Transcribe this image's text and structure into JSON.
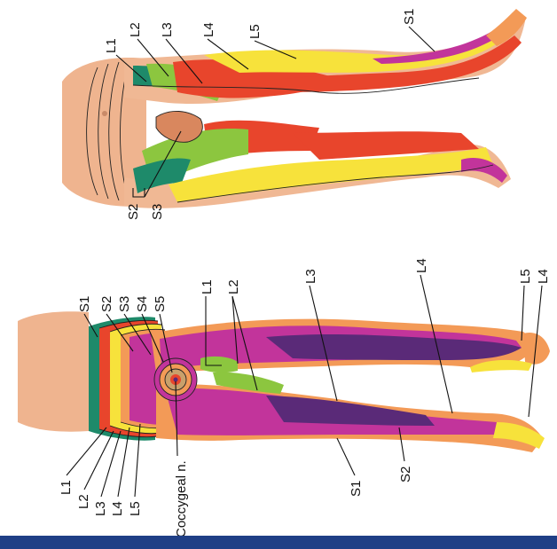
{
  "figure": {
    "anterior_view": {
      "top_labels": [
        "L1",
        "L2",
        "L3",
        "L4",
        "L5",
        "S1"
      ],
      "bottom_labels": [
        "S2",
        "S3"
      ]
    },
    "posterior_view": {
      "sacral_labels": [
        "S1",
        "S2",
        "S3",
        "S4",
        "S5"
      ],
      "upper_leg_labels": [
        "L1",
        "L2",
        "L3",
        "L4"
      ],
      "right_foot_labels": [
        "L5",
        "L4"
      ],
      "left_side_labels": [
        "L1",
        "L2",
        "L3",
        "L4",
        "L5"
      ],
      "coccygeal_label": "Coccygeal n.",
      "lower_leg_labels": [
        "S1",
        "S2"
      ]
    }
  },
  "colors": {
    "L1": "#1e8a6a",
    "L2": "#8cc63f",
    "L3": "#e8452c",
    "L4": "#f7e23b",
    "L5": "#f39a57",
    "S1": "#c2349b",
    "S2": "#5a2a78",
    "S3": "#c9a06b",
    "skin": "#f0b894",
    "footer": "#1f3f86"
  }
}
